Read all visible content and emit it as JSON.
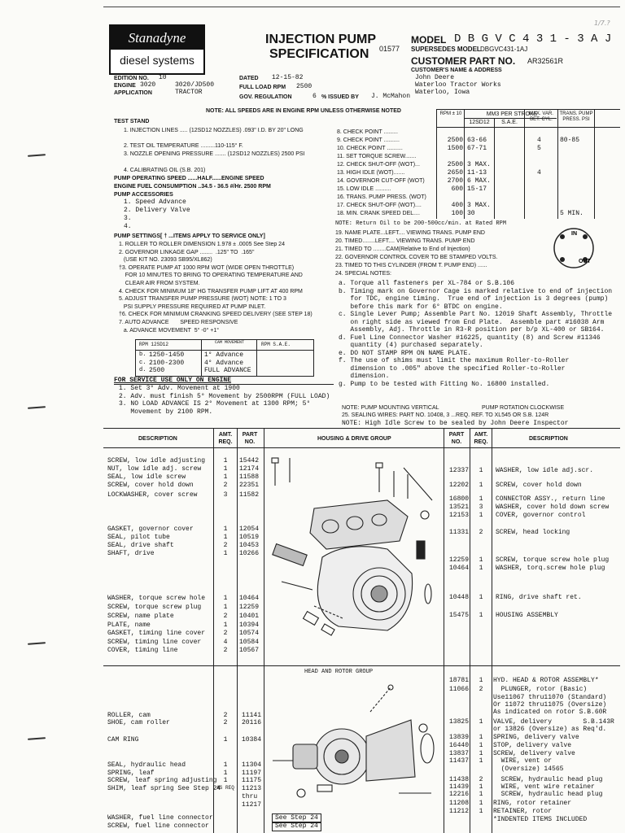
{
  "header": {
    "logo_top": "Stanadyne",
    "logo_bottom": "diesel systems",
    "title_line1": "INJECTION PUMP",
    "title_line2": "SPECIFICATION",
    "spec_no": "01577",
    "model_label": "MODEL",
    "model_value": "D B G V C 4 3 1 - 3 A J",
    "supersedes_label": "SUPERSEDES MODEL",
    "supersedes_value": "DBGVC431-1AJ",
    "customer_part_label": "CUSTOMER PART NO.",
    "customer_part_value": "AR32561R",
    "customer_name_label": "CUSTOMER'S NAME & ADDRESS",
    "customer_line1": "John Deere",
    "customer_line2": "Waterloo Tractor Works",
    "customer_line3": "Waterloo, Iowa",
    "corner_mark": "1/7.?"
  },
  "info": {
    "edition_label": "EDITION NO.",
    "edition_value": "10",
    "engine_label": "ENGINE",
    "engine_value": "3020",
    "engine_value2": "3020/JD500",
    "application_label": "APPLICATION",
    "application_value": "TRACTOR",
    "dated_label": "DATED",
    "dated_value": "12-15-82",
    "full_load_label": "FULL LOAD RPM",
    "full_load_value": "2500",
    "gov_label": "GOV. REGULATION",
    "gov_value": "6",
    "issued_label": "% ISSUED BY",
    "issued_value": "J. McMahon"
  },
  "note_speeds": "NOTE: ALL SPEEDS ARE IN ENGINE RPM UNLESS OTHERWISE NOTED",
  "test_stand": {
    "heading": "TEST STAND",
    "items": [
      "1. INJECTION LINES ..... (12SD12 NOZZLES) .093\" I.D. BY 20\" LONG",
      "2. TEST OIL TEMPERATURE .........110-115° F.",
      "3. NOZZLE OPENING PRESSURE ....... (12SD12 NOZZLES) 2500 PSI",
      "4. CALIBRATING OIL (S.B. 201)"
    ],
    "op_speed": "PUMP OPERATING SPEED ......HALF......ENGINE SPEED",
    "fuel_consumption": "ENGINE FUEL CONSUMPTION ..34.5 - 36.5 #/Hr.     2500 RPM",
    "accessories_heading": "PUMP ACCESSORIES",
    "accessories": [
      "1. Speed Advance",
      "2. Delivery Valve",
      "3.",
      "4."
    ]
  },
  "perf_table": {
    "col_rpm": "RPM ± 10",
    "col_mm3": "MM3 PER STROKE",
    "col_12sd12": "12SD12",
    "col_sae": "S.A.E.",
    "col_maxvar": "MAX. VAR. BET. CYL.",
    "col_transfer": "TRANS. PUMP PRESS. PSI",
    "rows": [
      {
        "label": "8. CHECK POINT .........",
        "rpm": "",
        "mm3": "",
        "var": "",
        "psi": ""
      },
      {
        "label": "9. CHECK POINT ..........",
        "rpm": "2500",
        "mm3": "63-66",
        "var": "4",
        "psi": "80-85"
      },
      {
        "label": "10. CHECK POINT ..........",
        "rpm": "1500",
        "mm3": "67-71",
        "var": "5",
        "psi": ""
      },
      {
        "label": "11. SET TORQUE SCREW.......",
        "rpm": "",
        "mm3": "",
        "var": "",
        "psi": ""
      },
      {
        "label": "12. CHECK SHUT-OFF (WOT)...",
        "rpm": "2500",
        "mm3": "3 MAX.",
        "var": "",
        "psi": ""
      },
      {
        "label": "13. HIGH IDLE (WOT).......",
        "rpm": "2650",
        "mm3": "11-13",
        "var": "4",
        "psi": ""
      },
      {
        "label": "14. GOVERNOR CUT-OFF (WOT)",
        "rpm": "2700",
        "mm3": "6 MAX.",
        "var": "",
        "psi": ""
      },
      {
        "label": "15. LOW IDLE ..........",
        "rpm": "600",
        "mm3": "15-17",
        "var": "",
        "psi": ""
      },
      {
        "label": "16. TRANS. PUMP PRESS. (WOT)",
        "rpm": "",
        "mm3": "",
        "var": "",
        "psi": ""
      },
      {
        "label": "17. CHECK SHUT-OFF (WOT)....",
        "rpm": "400",
        "mm3": "3 MAX.",
        "var": "",
        "psi": ""
      },
      {
        "label": "18. MIN. CRANK SPEED DEL....",
        "rpm": "100",
        "mm3": "30",
        "var": "",
        "psi": "5 MIN."
      }
    ]
  },
  "right_notes": {
    "return_oil": "NOTE: Return Oil to be 200-500cc/min. at Rated RPM",
    "items": [
      "19. NAME PLATE...LEFT.... VIEWING TRANS. PUMP END",
      "20. TIMED........LEFT.... VIEWING TRANS. PUMP END",
      "21. TIMED TO ........CAM(Relative to End of Injection)",
      "22. GOVERNOR CONTROL COVER TO BE STAMPED         VOLTS.",
      "23. TIMED TO THIS CYLINDER (FROM T. PUMP END) ......",
      "24. SPECIAL NOTES:"
    ],
    "special": [
      "a. Torque all fasteners per XL-784 or S.B.106",
      "b. Timing mark on Governor Cage is marked relative to end of injection",
      "   for TDC, engine timing.  True end of injection is 3 degrees (pump)",
      "   before this mark for 6° BTDC on engine.",
      "c. Single Lever Pump; Assemble Part No. 12019 Shaft Assembly, Throttle",
      "   on right side as viewed from End Plate.  Assemble part #16038 Arm",
      "   Assembly, Adj. Throttle in R3-R position per b/p XL-400 or SB164.",
      "d. Fuel Line Connector Washer #16225, quantity (8) and Screw #11346",
      "   quantity (4) purchased separately.",
      "e. DO NOT STAMP RPM ON NAME PLATE.",
      "f. The use of shims must limit the maximum Roller-to-Roller",
      "   dimension to .005\" above the specified Roller-to-Roller",
      "   dimension.",
      "g. Pump to be tested with Fitting No. 16800 installed."
    ],
    "mounting": "NOTE: PUMP MOUNTING   VERTICAL",
    "rotation": "PUMP ROTATION  CLOCKWISE",
    "sealing": "25. SEALING WIRES: PART NO. 10408,  3  ...REQ. REF. TO XL545 OR S.B. 124R",
    "high_idle": "NOTE: High Idle Screw to be sealed  by John Deere Inspector",
    "dial_in": "IN",
    "dial_out": "OUT"
  },
  "settings": {
    "heading": "PUMP SETTINGS[ † ...ITEMS APPLY TO SERVICE ONLY]",
    "items": [
      "1. ROLLER TO ROLLER DIMENSION 1.978 ± .0005 See Step 24",
      "2. GOVERNOR LINKAGE GAP ........  .125\" TO  .165\"",
      "   (USE KIT NO. 23093 SB95/XL862)",
      "†3. OPERATE PUMP AT 1000 RPM WOT (WIDE OPEN THROTTLE)",
      "    FOR 10 MINUTES TO BRING TO OPERATING TEMPERATURE AND",
      "    CLEAR AIR FROM SYSTEM.",
      "4. CHECK FOR MINIMUM 18\" HG TRANSFER PUMP LIFT AT 400 RPM",
      "5. ADJUST TRANSFER PUMP PRESSURE (WOT) NOTE: 1 TO 3",
      "   PSI SUPPLY PRESSURE REQUIRED AT PUMP INLET.",
      "†6. CHECK FOR MINIMUM CRANKING SPEED DELIVERY (SEE STEP 18)",
      "7. AUTO ADVANCE       SPEED RESPONSIVE",
      "   a. ADVANCE MOVEMENT  5° -0° +1°"
    ],
    "adv_hdr_rpm": "RPM  12SD12",
    "adv_hdr_cam": "CAM MOVEMENT",
    "adv_hdr_rpm2": "RPM S.A.E.",
    "adv_rows": [
      {
        "k": "b.",
        "rpm": "1250-1450",
        "mv": "1° Advance"
      },
      {
        "k": "c.",
        "rpm": "2100-2300",
        "mv": "4° Advance"
      },
      {
        "k": "d.",
        "rpm": "2500",
        "mv": "FULL ADVANCE"
      }
    ],
    "service_hdr": "FOR SERVICE USE ONLY ON ENGINE",
    "service": [
      "1. Set 3° Adv. Movement at 1900",
      "2. Adv. must finish 5° Movement by 2500RPM (FULL LOAD)",
      "3. NO LOAD ADVANCE IS 2° Movement at 1300 RPM; 5°",
      "   Movement by 2100 RPM."
    ]
  },
  "parts_header": {
    "desc": "DESCRIPTION",
    "amt": "AMT. REQ.",
    "part": "PART NO.",
    "group": "HOUSING & DRIVE GROUP",
    "part_r": "PART NO.",
    "amt_r": "AMT. REQ.",
    "desc_r": "DESCRIPTION"
  },
  "housing_left": [
    {
      "d": "SCREW, low idle adjusting",
      "q": "1",
      "p": "15442"
    },
    {
      "d": "NUT, low idle adj. screw",
      "q": "1",
      "p": "12174"
    },
    {
      "d": "SEAL, low idle screw",
      "q": "1",
      "p": "11588"
    },
    {
      "d": "SCREW, cover hold down",
      "q": "2",
      "p": "22351"
    },
    {
      "d": "LOCKWASHER, cover screw",
      "q": "3",
      "p": "11582"
    },
    {
      "d": "GASKET, governor cover",
      "q": "1",
      "p": "12054"
    },
    {
      "d": "SEAL, pilot tube",
      "q": "1",
      "p": "10519"
    },
    {
      "d": "SEAL, drive shaft",
      "q": "2",
      "p": "10453"
    },
    {
      "d": "SHAFT, drive",
      "q": "1",
      "p": "10266"
    },
    {
      "d": "WASHER, torque screw hole",
      "q": "1",
      "p": "10464"
    },
    {
      "d": "SCREW, torque screw plug",
      "q": "1",
      "p": "12259"
    },
    {
      "d": "SCREW, name plate",
      "q": "2",
      "p": "10401"
    },
    {
      "d": "PLATE, name",
      "q": "1",
      "p": "10394"
    },
    {
      "d": "GASKET, timing line cover",
      "q": "2",
      "p": "10574"
    },
    {
      "d": "SCREW, timing line cover",
      "q": "4",
      "p": "10584"
    },
    {
      "d": "COVER, timing line",
      "q": "2",
      "p": "10567"
    }
  ],
  "housing_right": [
    {
      "p": "12337",
      "q": "1",
      "d": "WASHER, low idle adj.scr."
    },
    {
      "p": "12202",
      "q": "1",
      "d": "SCREW, cover hold down"
    },
    {
      "p": "16800",
      "q": "1",
      "d": "CONNECTOR ASSY., return line"
    },
    {
      "p": "13521",
      "q": "3",
      "d": "WASHER, cover hold down screw"
    },
    {
      "p": "12153",
      "q": "1",
      "d": "COVER, governor control"
    },
    {
      "p": "11331",
      "q": "2",
      "d": "SCREW, head locking"
    },
    {
      "p": "12259",
      "q": "1",
      "d": "SCREW, torque screw hole plug"
    },
    {
      "p": "10464",
      "q": "1",
      "d": "WASHER, torq.screw hole plug"
    },
    {
      "p": "10448",
      "q": "1",
      "d": "RING, drive shaft ret."
    },
    {
      "p": "15475",
      "q": "1",
      "d": "HOUSING ASSEMBLY"
    }
  ],
  "rotor_group": {
    "title": "HEAD AND ROTOR GROUP",
    "left": [
      {
        "d": "ROLLER, cam",
        "q": "2",
        "p": "11141"
      },
      {
        "d": "SHOE, cam roller",
        "q": "2",
        "p": "20116"
      },
      {
        "d": "CAM RING",
        "q": "1",
        "p": "10384"
      },
      {
        "d": "SEAL, hydraulic head",
        "q": "1",
        "p": "11304"
      },
      {
        "d": "SPRING, leaf",
        "q": "1",
        "p": "11197"
      },
      {
        "d": "SCREW, leaf spring adjusting",
        "q": "1",
        "p": "11175"
      },
      {
        "d": "SHIM, leaf spring See Step 24",
        "q": "AS REQ",
        "p": "11213"
      },
      {
        "d": "",
        "q": "",
        "p": "thru"
      },
      {
        "d": "",
        "q": "",
        "p": "11217"
      },
      {
        "d": "WASHER, fuel line connector",
        "q": "",
        "p": ""
      },
      {
        "d": "SCREW, fuel line connector",
        "q": "",
        "p": ""
      }
    ],
    "see_step": "See Step 24",
    "right": [
      {
        "p": "18781",
        "q": "1",
        "d": "HYD. HEAD & ROTOR ASSEMBLY*"
      },
      {
        "p": "11066",
        "q": "2",
        "d": "  PLUNGER, rotor (Basic)"
      },
      {
        "p": "",
        "q": "",
        "d": "Use11067 thru11070 (Standard)"
      },
      {
        "p": "",
        "q": "",
        "d": "Or 11072 thru11075 (Oversize)"
      },
      {
        "p": "",
        "q": "",
        "d": "As indicated on rotor S.B.60R"
      },
      {
        "p": "13825",
        "q": "1",
        "d": "VALVE, delivery        S.B.143R"
      },
      {
        "p": "",
        "q": "",
        "d": "or 13826 (Oversize) as Req'd."
      },
      {
        "p": "13839",
        "q": "1",
        "d": "SPRING, delivery valve"
      },
      {
        "p": "16440",
        "q": "1",
        "d": "STOP, delivery valve"
      },
      {
        "p": "13837",
        "q": "1",
        "d": "SCREW, delivery valve"
      },
      {
        "p": "11437",
        "q": "1",
        "d": "  WIRE, vent or"
      },
      {
        "p": "",
        "q": "",
        "d": "  (Oversize) 14565"
      },
      {
        "p": "11438",
        "q": "2",
        "d": "  SCREW, hydraulic head plug"
      },
      {
        "p": "11439",
        "q": "1",
        "d": "  WIRE, vent wire retainer"
      },
      {
        "p": "12216",
        "q": "1",
        "d": "  SCREW, hydraulic head plug"
      },
      {
        "p": "11208",
        "q": "1",
        "d": "RING, rotor retainer"
      },
      {
        "p": "11212",
        "q": "1",
        "d": "RETAINER, rotor"
      },
      {
        "p": "",
        "q": "",
        "d": "*INDENTED ITEMS INCLUDED"
      }
    ]
  }
}
